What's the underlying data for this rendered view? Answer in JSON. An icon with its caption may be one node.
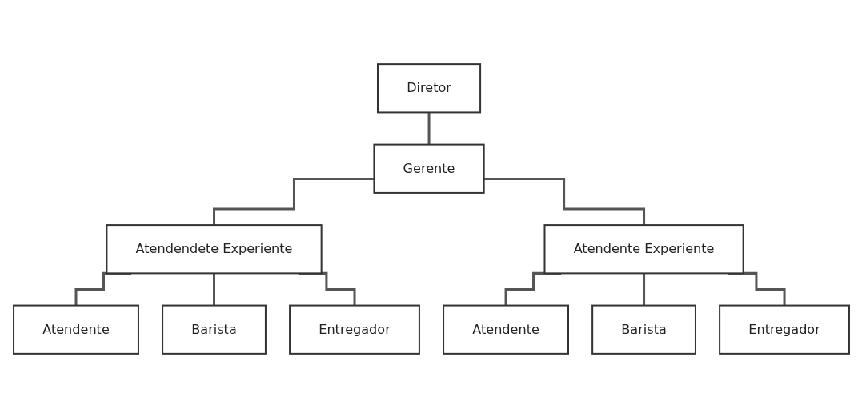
{
  "diagram": {
    "nodes": [
      {
        "text": [
          "Diretor"
        ]
      },
      {
        "text": [
          "Gerente"
        ]
      },
      {
        "text": [
          "Atendendete Experiente"
        ]
      },
      {
        "text": [
          "Atendente Experiente"
        ]
      },
      {
        "text": [
          "Atendente"
        ]
      },
      {
        "text": [
          "Barista"
        ]
      },
      {
        "text": [
          "Entregador"
        ]
      },
      {
        "text": [
          "Atendente"
        ]
      },
      {
        "text": [
          "Barista"
        ]
      },
      {
        "text": [
          "Entregador"
        ]
      }
    ],
    "edges": [
      {
        "from": 0,
        "to": 1,
        "arrow": "none"
      },
      {
        "from": 1,
        "to": 2,
        "arrow": "none"
      },
      {
        "from": 1,
        "to": 3,
        "arrow": "none"
      },
      {
        "from": 2,
        "to": 4,
        "arrow": "none"
      },
      {
        "from": 2,
        "to": 5,
        "arrow": "none"
      },
      {
        "from": 2,
        "to": 6,
        "arrow": "none"
      },
      {
        "from": 3,
        "to": 7,
        "arrow": "none"
      },
      {
        "from": 3,
        "to": 8,
        "arrow": "none"
      },
      {
        "from": 3,
        "to": 9,
        "arrow": "none"
      }
    ]
  }
}
